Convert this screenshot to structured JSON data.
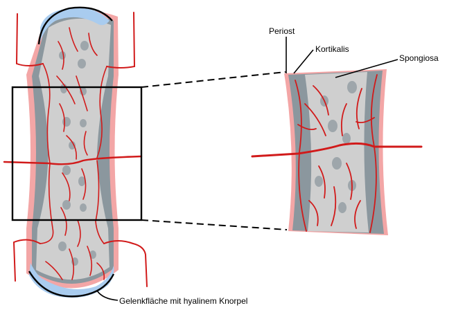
{
  "labels": {
    "periost": "Periost",
    "kortikalis": "Kortikalis",
    "spongiosa": "Spongiosa",
    "gelenkflaeche": "Gelenkfläche mit hyalinem Knorpel"
  },
  "colors": {
    "periosteum": "#f3a6a6",
    "cortex": "#8b979e",
    "spongy_bone": "#cfcfcf",
    "trabecula": "#9ea6ab",
    "cartilage": "#a9ccef",
    "vessel": "#d11a1a",
    "outline": "#000000"
  }
}
